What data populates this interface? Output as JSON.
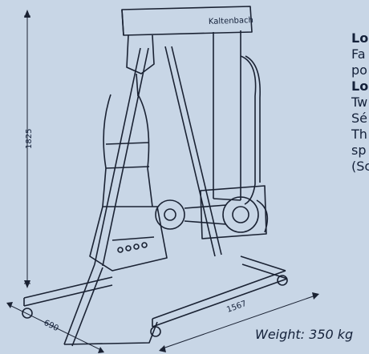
{
  "figure": {
    "brand_label": "Kaltenbach",
    "dimension_height": "1825",
    "dimension_width": "690",
    "dimension_length": "1567"
  },
  "side_text": {
    "lines": [
      {
        "text": "Lo",
        "bold": true
      },
      {
        "text": "Fa",
        "bold": false
      },
      {
        "text": "po",
        "bold": false
      },
      {
        "text": "Lo",
        "bold": true
      },
      {
        "text": "Tw",
        "bold": false
      },
      {
        "text": "Sé",
        "bold": false
      },
      {
        "text": "Th",
        "bold": false
      },
      {
        "text": "sp",
        "bold": false
      },
      {
        "text": "(Sc",
        "bold": false
      }
    ]
  },
  "weight_label": "Weight: 350 kg",
  "colors": {
    "background": "#c8d6e6",
    "ink": "#1a2233"
  }
}
